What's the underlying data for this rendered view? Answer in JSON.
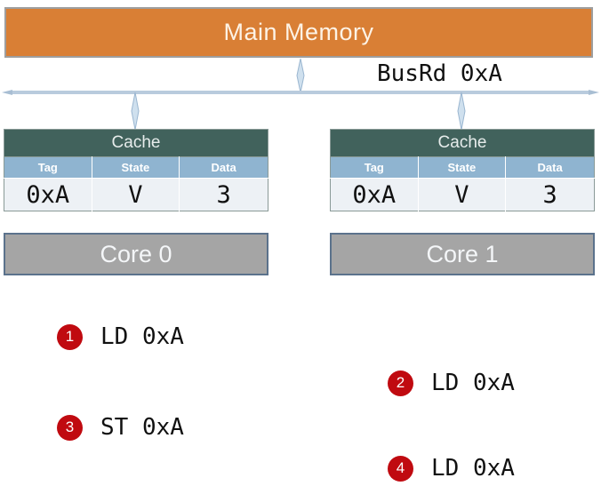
{
  "diagram": {
    "main_memory": {
      "label": "Main Memory",
      "fill": "#d97f35",
      "border": "#9e9e9e"
    },
    "bus": {
      "label": "BusRd 0xA",
      "line_color": "#b9cbdd",
      "arrow_color": "#a8bed3"
    },
    "caches": [
      {
        "title": "Cache",
        "headers": [
          "Tag",
          "State",
          "Data"
        ],
        "row": [
          {
            "value": "0xA",
            "color": "#111111"
          },
          {
            "value": "V",
            "color": "#111111"
          },
          {
            "value": "3",
            "color": "#ee1111"
          }
        ],
        "header_fill": "#41625c",
        "col_header_fill": "#8fb4d0",
        "row_fill": "#edf1f5"
      },
      {
        "title": "Cache",
        "headers": [
          "Tag",
          "State",
          "Data"
        ],
        "row": [
          {
            "value": "0xA",
            "color": "#111111"
          },
          {
            "value": "V",
            "color": "#ee1111"
          },
          {
            "value": "3",
            "color": "#ee1111"
          }
        ],
        "header_fill": "#41625c",
        "col_header_fill": "#8fb4d0",
        "row_fill": "#edf1f5"
      }
    ],
    "cores": [
      {
        "label": "Core 0",
        "fill": "#a5a5a5",
        "border": "#5b728c"
      },
      {
        "label": "Core 1",
        "fill": "#a5a5a5",
        "border": "#5b728c"
      }
    ],
    "steps": [
      {
        "number": "1",
        "instruction": "LD 0xA"
      },
      {
        "number": "2",
        "instruction": "LD 0xA"
      },
      {
        "number": "3",
        "instruction": "ST 0xA"
      },
      {
        "number": "4",
        "instruction": "LD 0xA"
      }
    ],
    "badge_color": "#c00a10"
  }
}
